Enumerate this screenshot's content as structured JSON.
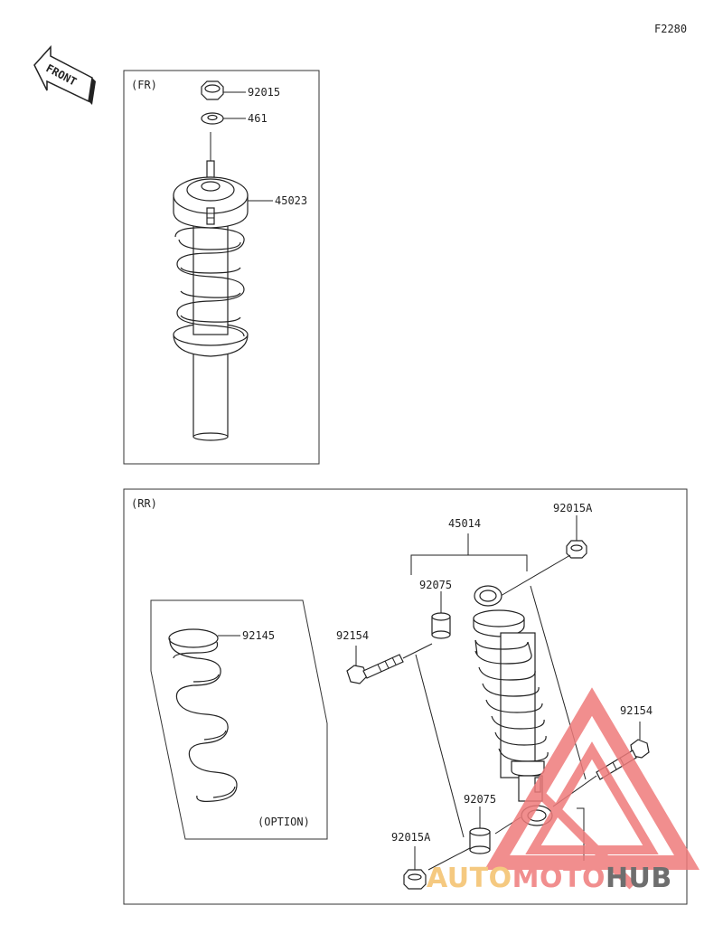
{
  "figure_code": "F2280",
  "front_arrow": {
    "text": "FRONT",
    "icon": "front-arrow-icon"
  },
  "fr_section": {
    "title": "(FR)",
    "callouts": {
      "nut": "92015",
      "washer": "461",
      "shock": "45023"
    }
  },
  "rr_section": {
    "title": "(RR)",
    "callouts": {
      "shock_assembly": "45014",
      "nut_top": "92015A",
      "nut_bottom": "92015A",
      "collar_top": "92075",
      "collar_bottom": "92075",
      "bolt_left": "92154",
      "bolt_right": "92154",
      "spring_option": "92145"
    },
    "option_label": "(OPTION)"
  },
  "watermark": {
    "logo_icon": "triangle-logo-icon",
    "parts": [
      "AUTO",
      "MOTO",
      "HUB"
    ],
    "colors": {
      "accent": "#ef7b7b",
      "auto": "#f4c06a",
      "hub": "#555555"
    }
  }
}
